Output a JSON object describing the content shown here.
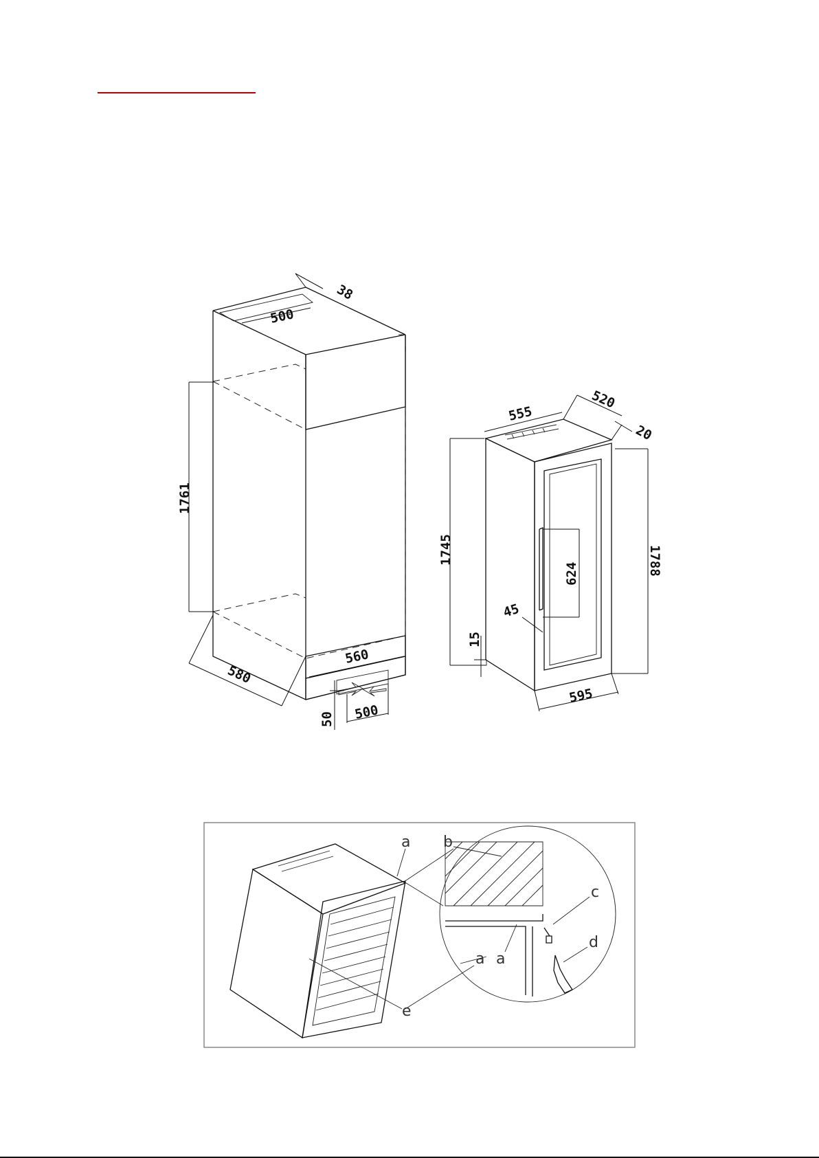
{
  "accent_color": "#c00000",
  "cabinet_niche": {
    "dims": {
      "top_vent_depth": "38",
      "top_vent_width": "500",
      "niche_height": "1761",
      "niche_width": "560",
      "niche_depth": "580",
      "bottom_vent_width": "500",
      "bottom_vent_height": "50"
    }
  },
  "appliance": {
    "dims": {
      "width_top": "555",
      "depth": "520",
      "door_thickness": "20",
      "height_body": "1745",
      "height_total": "1788",
      "handle_length": "624",
      "handle_offset": "45",
      "foot_height": "15",
      "door_width": "595"
    }
  },
  "hinge_detail": {
    "labels": {
      "a_top": "a",
      "b": "b",
      "c": "c",
      "a_hinge": "a",
      "a_cabinet": "a",
      "d": "d",
      "e": "e"
    }
  }
}
